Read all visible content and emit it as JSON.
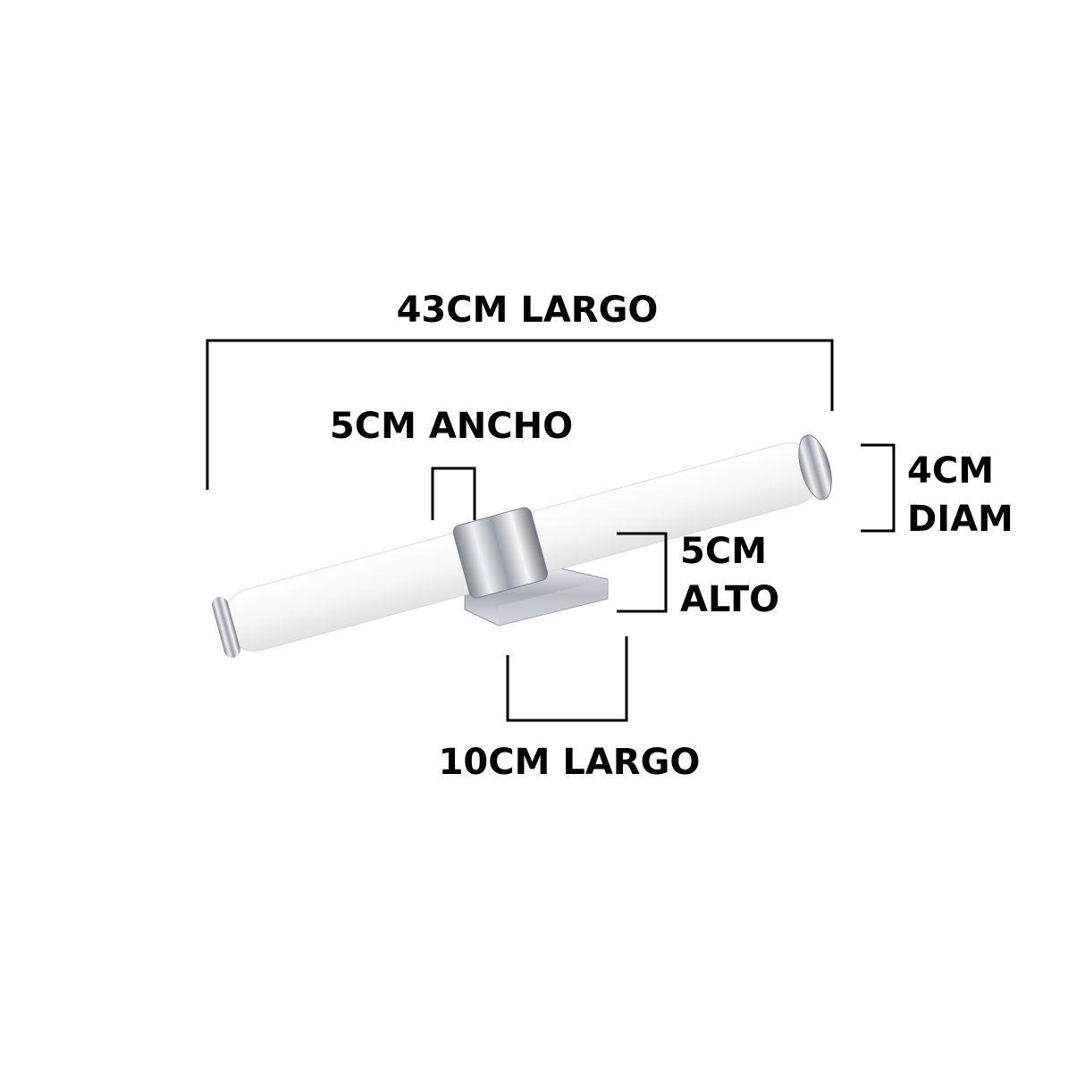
{
  "labels": {
    "overall_length": "43CM LARGO",
    "bracket_width": "5CM ANCHO",
    "diameter_line1": "4CM",
    "diameter_line2": "DIAM",
    "bracket_height_line1": "5CM",
    "bracket_height_line2": "ALTO",
    "base_length": "10CM LARGO"
  },
  "colors": {
    "background": "#ffffff",
    "dimension_lines": "#000000",
    "tube_glass": "#f4f4f4",
    "chrome": "#b8bcc2"
  }
}
